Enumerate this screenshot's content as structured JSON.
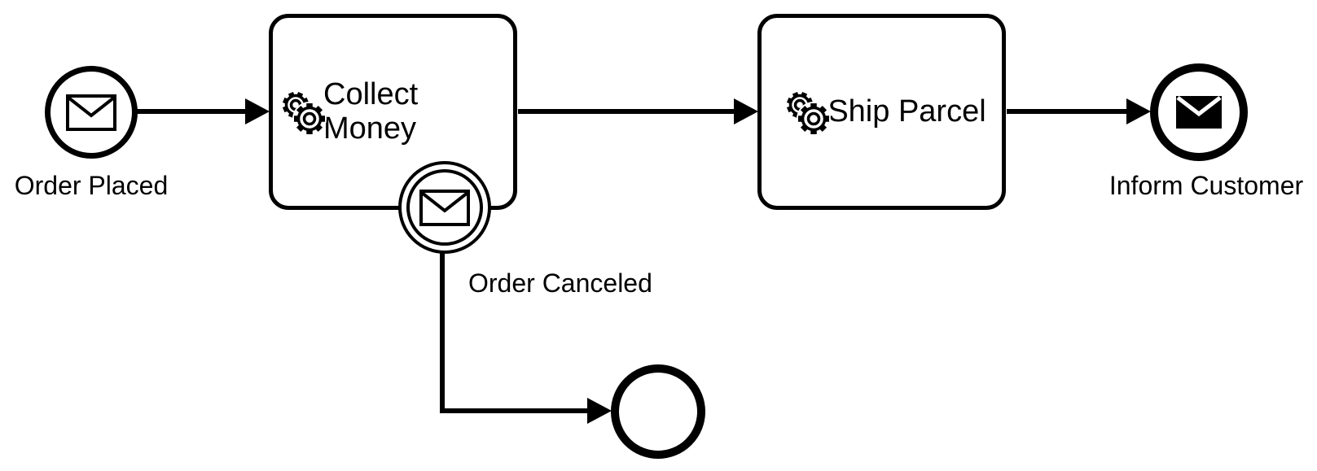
{
  "diagram": {
    "type": "bpmn-process",
    "colors": {
      "stroke": "#000000",
      "background": "#ffffff"
    },
    "nodes": {
      "start_event": {
        "type": "message-start-event",
        "label": "Order Placed",
        "icon": "envelope-outline-icon"
      },
      "collect_money": {
        "type": "service-task",
        "label": "Collect Money",
        "icon": "gears-icon"
      },
      "order_canceled": {
        "type": "message-boundary-event",
        "label": "Order Canceled",
        "icon": "envelope-outline-icon",
        "attached_to": "collect_money"
      },
      "ship_parcel": {
        "type": "service-task",
        "label": "Ship Parcel",
        "icon": "gears-icon"
      },
      "inform_customer": {
        "type": "message-end-event",
        "label": "Inform Customer",
        "icon": "envelope-filled-icon"
      },
      "cancel_end": {
        "type": "end-event",
        "label": ""
      }
    },
    "flows": [
      {
        "from": "start_event",
        "to": "collect_money"
      },
      {
        "from": "collect_money",
        "to": "ship_parcel"
      },
      {
        "from": "ship_parcel",
        "to": "inform_customer"
      },
      {
        "from": "order_canceled",
        "to": "cancel_end"
      }
    ]
  }
}
